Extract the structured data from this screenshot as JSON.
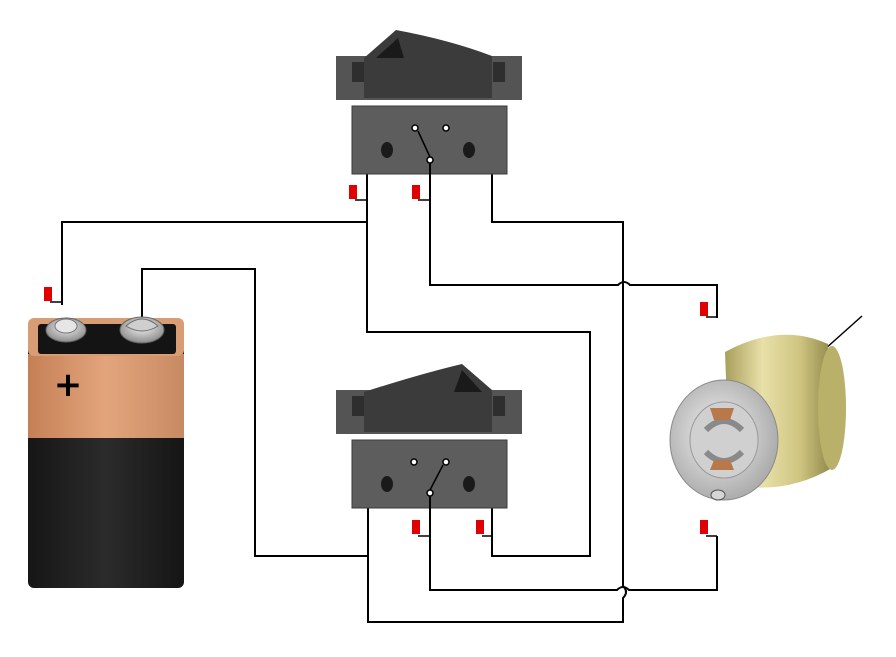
{
  "diagram": {
    "battery": {
      "polarity_symbol": "+",
      "colors": {
        "top_band": "#d9956a",
        "body": "#1f1f1f",
        "cap": "#111111",
        "terminal": "#bdbdbd"
      }
    },
    "switches": [
      {
        "id": "top",
        "state": "rocker-left-down"
      },
      {
        "id": "bottom",
        "state": "rocker-right-up"
      }
    ],
    "motor": {
      "colors": {
        "can": "#d8cf8e",
        "end_cap": "#dcdcdc",
        "brush": "#b87a4a"
      }
    },
    "colors": {
      "wire": "#000000",
      "marker": "#e00000",
      "switch_body": "#5a5a5a",
      "switch_rocker": "#2f2f2f"
    }
  }
}
